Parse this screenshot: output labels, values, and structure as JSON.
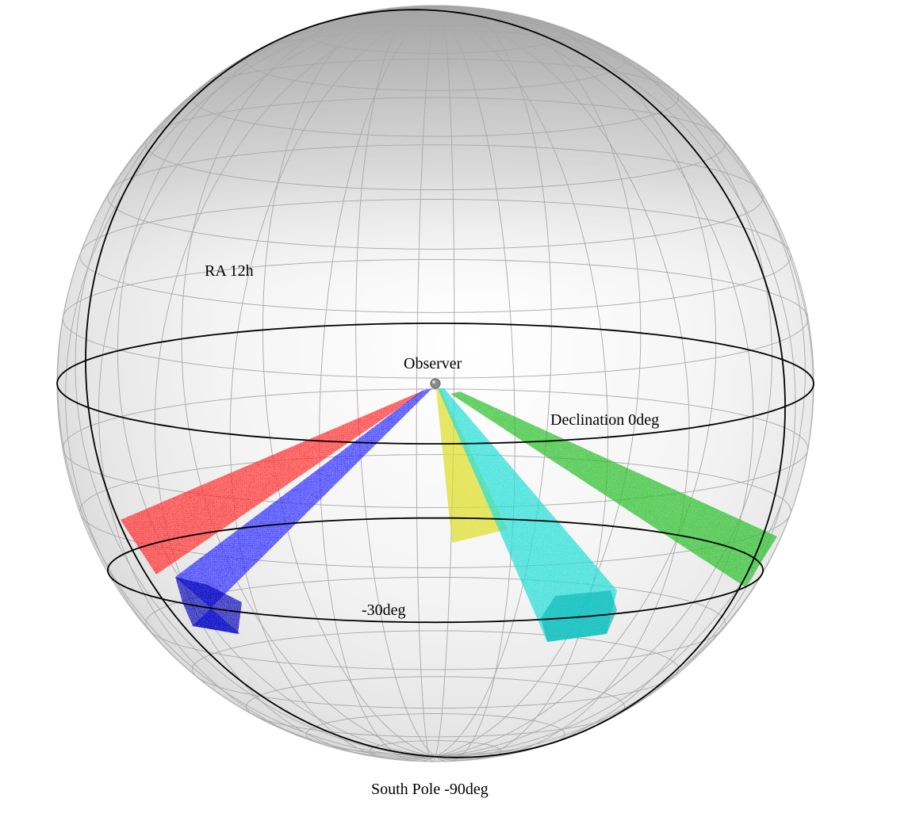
{
  "labels": {
    "ra": "RA 12h",
    "observer": "Observer",
    "equator": "Declination 0deg",
    "dec30": "-30deg",
    "pole": "South Pole -90deg"
  },
  "colors": {
    "red_wedge": "#ff6b6b",
    "blue_wedge": "#6b6bff",
    "blue_dense": "#1a1acc",
    "yellow_wedge": "#e6e660",
    "cyan_wedge": "#5ce6e0",
    "cyan_dense": "#22cccc",
    "green_wedge": "#66d066",
    "grid": "#a8a8a8",
    "highlight": "#000000"
  },
  "wedges": [
    {
      "name": "red-wedge",
      "color": "red_wedge"
    },
    {
      "name": "blue-wedge",
      "color": "blue_wedge"
    },
    {
      "name": "yellow-wedge",
      "color": "yellow_wedge"
    },
    {
      "name": "cyan-wedge",
      "color": "cyan_wedge"
    },
    {
      "name": "green-wedge",
      "color": "green_wedge"
    }
  ]
}
